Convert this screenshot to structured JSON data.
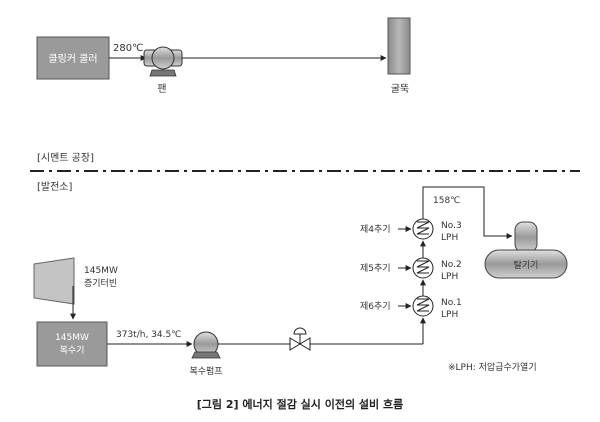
{
  "top": {
    "cooler_label": "클링커 쿨러",
    "temp_label": "280℃",
    "fan_label": "팬",
    "stack_label": "굴뚝"
  },
  "section": {
    "cement_label": "[시멘트 공장]",
    "power_label": "[발전소]"
  },
  "bottom": {
    "temp_label": "158℃",
    "turbine_label": [
      "145MW",
      "증기터빈"
    ],
    "condenser_label": [
      "145MW",
      "복수기"
    ],
    "flow_label": "373t/h, 34.5℃",
    "pump_label": "복수펌프",
    "heaters": [
      {
        "name": "제4추기",
        "no": "No.3",
        "type": "LPH"
      },
      {
        "name": "제5추기",
        "no": "No.2",
        "type": "LPH"
      },
      {
        "name": "제6추기",
        "no": "No.1",
        "type": "LPH"
      }
    ],
    "deaerator_label": "탈기기",
    "note": "※LPH: 저압급수가열기"
  },
  "caption": "[그림 2] 에너지 절감 실시 이전의 설비 흐름",
  "colors": {
    "box_fill": "#9a9a9a",
    "box_fill_light": "#c4c4c4",
    "line": "#222222"
  }
}
